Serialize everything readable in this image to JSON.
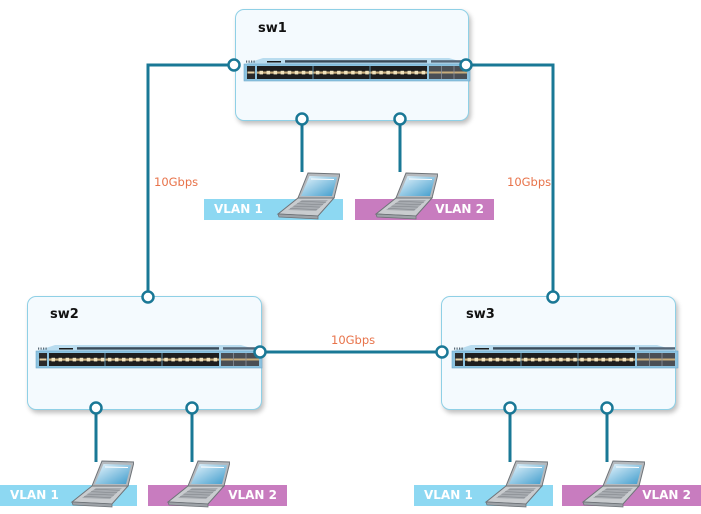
{
  "diagram": {
    "title": "Three-switch VLAN topology",
    "colors": {
      "link": "#1a7896",
      "speed_label": "#e8734a",
      "vlan1": "#8dd8f2",
      "vlan2": "#c87cbf",
      "switch_box_bg": "#f4fafe",
      "switch_box_border": "#8fd0e6"
    },
    "switches": [
      {
        "id": "sw1",
        "name": "sw1",
        "icon": "network-switch-icon"
      },
      {
        "id": "sw2",
        "name": "sw2",
        "icon": "network-switch-icon"
      },
      {
        "id": "sw3",
        "name": "sw3",
        "icon": "network-switch-icon"
      }
    ],
    "links": [
      {
        "from": "sw1",
        "to": "sw2",
        "speed": "10Gbps"
      },
      {
        "from": "sw1",
        "to": "sw3",
        "speed": "10Gbps"
      },
      {
        "from": "sw2",
        "to": "sw3",
        "speed": "10Gbps"
      }
    ],
    "hosts": [
      {
        "switch": "sw1",
        "vlan": "VLAN 1",
        "icon": "laptop-icon"
      },
      {
        "switch": "sw1",
        "vlan": "VLAN 2",
        "icon": "laptop-icon"
      },
      {
        "switch": "sw2",
        "vlan": "VLAN 1",
        "icon": "laptop-icon"
      },
      {
        "switch": "sw2",
        "vlan": "VLAN 2",
        "icon": "laptop-icon"
      },
      {
        "switch": "sw3",
        "vlan": "VLAN 1",
        "icon": "laptop-icon"
      },
      {
        "switch": "sw3",
        "vlan": "VLAN 2",
        "icon": "laptop-icon"
      }
    ]
  }
}
